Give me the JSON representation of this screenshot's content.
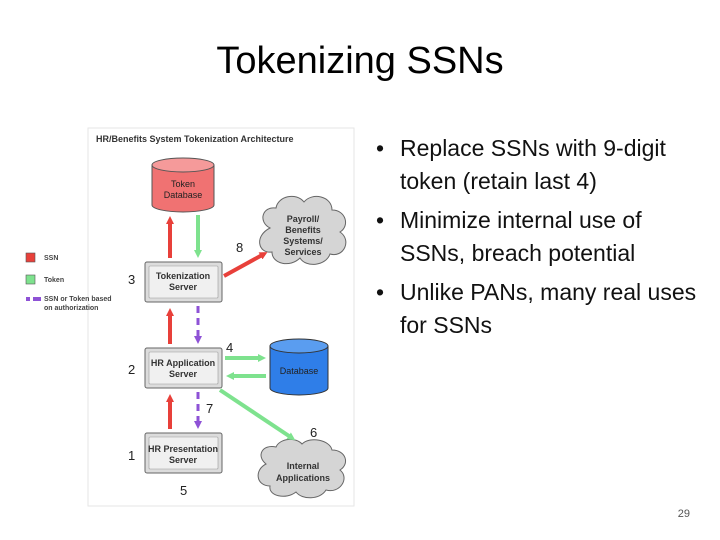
{
  "slide": {
    "title": "Tokenizing SSNs",
    "bullets": [
      "Replace SSNs with 9-digit token (retain last 4)",
      "Minimize internal use of SSNs, breach potential",
      "Unlike PANs, many real uses for SSNs"
    ],
    "page_number": "29"
  },
  "diagram": {
    "title": "HR/Benefits System Tokenization Architecture",
    "token_database": [
      "Token",
      "Database"
    ],
    "tokenization_server": [
      "Tokenization",
      "Server"
    ],
    "hr_app_server": [
      "HR Application",
      "Server"
    ],
    "hr_presentation_server": [
      "HR Presentation",
      "Server"
    ],
    "database": "Database",
    "payroll_cloud": [
      "Payroll/",
      "Benefits",
      "Systems/",
      "Services"
    ],
    "internal_cloud": [
      "Internal",
      "Applications"
    ],
    "legend": [
      {
        "label": [
          "SSN"
        ],
        "color": "#e8403a"
      },
      {
        "label": [
          "Token"
        ],
        "color": "#7ee28e"
      },
      {
        "label": [
          "SSN or Token based",
          "on authorization"
        ],
        "color": "#8e52d6"
      }
    ],
    "numbers": {
      "n1": "1",
      "n2": "2",
      "n3": "3",
      "n4": "4",
      "n5": "5",
      "n6": "6",
      "n7": "7",
      "n8": "8"
    },
    "colors": {
      "ssn": "#e8403a",
      "token": "#7ee28e",
      "mixed": "#8e52d6",
      "db_blue": "#2f7ee8",
      "token_db": "#f07272"
    }
  }
}
